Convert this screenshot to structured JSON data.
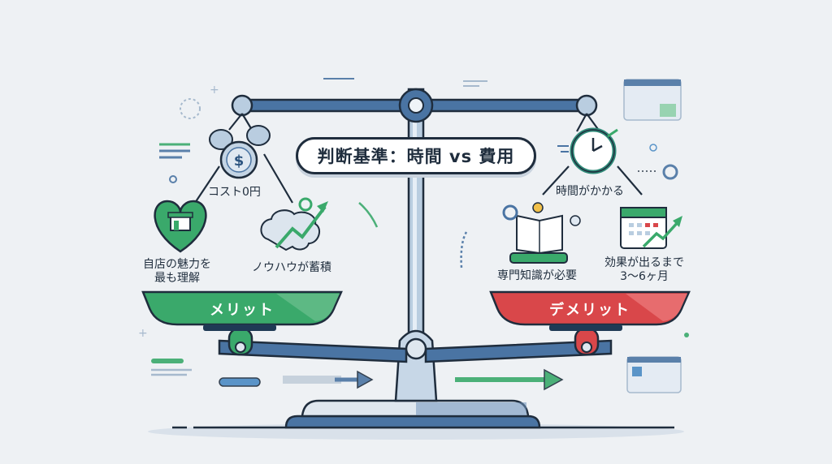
{
  "title": "判断基準：時間 vs 費用",
  "merit": {
    "pan_label": "メリット",
    "color": "#3aa96b",
    "items": [
      {
        "icon": "coins-dollar-icon",
        "label": "コスト0円"
      },
      {
        "icon": "heart-store-icon",
        "label_line1": "自店の魅力を",
        "label_line2": "最も理解"
      },
      {
        "icon": "brain-growth-icon",
        "label": "ノウハウが蓄積"
      }
    ]
  },
  "demerit": {
    "pan_label": "デメリット",
    "color": "#d9474a",
    "items": [
      {
        "icon": "clock-icon",
        "label": "時間がかかる"
      },
      {
        "icon": "book-lightbulb-icon",
        "label": "専門知識が必要"
      },
      {
        "icon": "calendar-growth-icon",
        "label_line1": "効果が出るまで",
        "label_line2": "3〜6ヶ月"
      }
    ]
  },
  "colors": {
    "background": "#eef1f4",
    "beam": "#4a74a3",
    "outline": "#1f2d3d",
    "green": "#3aa96b",
    "red": "#d9474a"
  }
}
